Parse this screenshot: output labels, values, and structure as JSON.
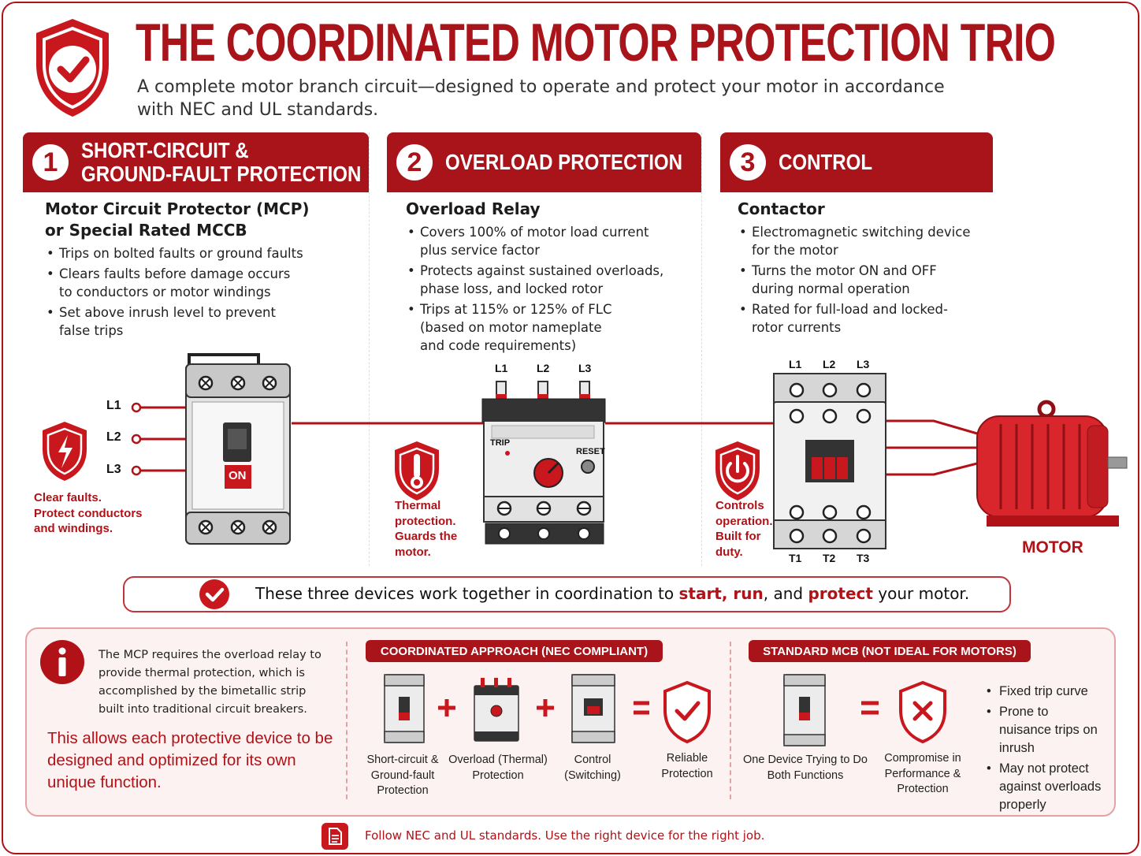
{
  "header": {
    "title": "THE COORDINATED MOTOR PROTECTION TRIO",
    "subtitle": "A complete motor branch circuit—designed to operate and protect your motor in accordance with NEC and UL standards."
  },
  "panels": [
    {
      "number": "1",
      "title_line1": "SHORT-CIRCUIT &",
      "title_line2": "GROUND-FAULT PROTECTION",
      "device_line1": "Motor Circuit Protector (MCP)",
      "device_line2": "or Special Rated MCCB",
      "bullets": [
        "Trips on bolted faults or ground faults",
        "Clears faults before damage occurs to conductors or motor windings",
        "Set above inrush level to prevent false trips"
      ],
      "caption_lines": [
        "Clear faults.",
        "Protect conductors",
        "and windings."
      ]
    },
    {
      "number": "2",
      "title_line1": "OVERLOAD PROTECTION",
      "device_line1": "Overload Relay",
      "bullets": [
        "Covers 100% of motor load current plus service factor",
        "Protects against sustained overloads, phase loss, and locked rotor",
        "Trips at 115% or 125% of FLC (based on motor nameplate and code requirements)"
      ],
      "caption_lines": [
        "Thermal",
        "protection.",
        "Guards the",
        "motor."
      ]
    },
    {
      "number": "3",
      "title_line1": "CONTROL",
      "device_line1": "Contactor",
      "bullets": [
        "Electromagnetic switching device for the motor",
        "Turns the motor ON and OFF during normal operation",
        "Rated for full-load and locked-rotor currents"
      ],
      "caption_lines": [
        "Controls",
        "operation.",
        "Built for",
        "duty."
      ]
    }
  ],
  "diagram": {
    "line_labels": [
      "L1",
      "L2",
      "L3"
    ],
    "load_labels": [
      "T1",
      "T2",
      "T3"
    ],
    "mcp_on_label": "ON",
    "relay_trip_label": "TRIP",
    "relay_reset_label": "RESET",
    "motor_label": "MOTOR"
  },
  "banner": {
    "before": "These three devices work together in coordination to ",
    "start": "start, run",
    "mid": ", and ",
    "protect": "protect",
    "after": " your motor."
  },
  "info": {
    "text": "The MCP requires the overload relay to provide thermal protection, which is accomplished by the bimetallic strip built into traditional circuit breakers.",
    "emphasis": "This allows each protective device to be designed and optimized for its own unique function."
  },
  "coordinated": {
    "tag": "COORDINATED APPROACH (NEC COMPLIANT)",
    "captions": [
      [
        "Short-circuit &",
        "Ground-fault",
        "Protection"
      ],
      [
        "Overload (Thermal)",
        "Protection"
      ],
      [
        "Control",
        "(Switching)"
      ],
      [
        "Reliable",
        "Protection"
      ]
    ],
    "plus": "+",
    "equals": "="
  },
  "standard": {
    "tag": "STANDARD MCB (NOT IDEAL FOR MOTORS)",
    "captions": [
      [
        "One Device Trying to Do",
        "Both Functions"
      ],
      [
        "Compromise in",
        "Performance &",
        "Protection"
      ]
    ],
    "bullets": [
      "Fixed trip curve",
      "Prone to nuisance trips on inrush",
      "May not protect against overloads properly"
    ]
  },
  "footer": {
    "text": "Follow NEC and UL standards.  Use the right device for the right job."
  },
  "colors": {
    "brand_red": "#a8141a",
    "accent_red": "#d8262c",
    "panel_bg": "#fdf2f2"
  }
}
